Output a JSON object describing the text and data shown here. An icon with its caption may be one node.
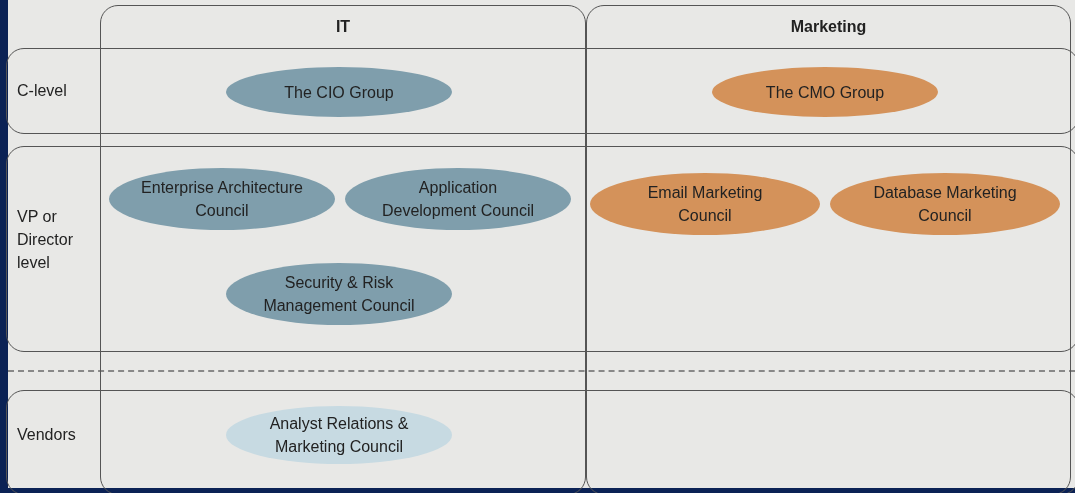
{
  "diagram": {
    "nodes": [
      {
        "text": [
          "IT"
        ]
      },
      {
        "text": [
          "Marketing"
        ]
      },
      {
        "text": [
          "C-level"
        ]
      },
      {
        "text": [
          "The CIO Group"
        ]
      },
      {
        "text": [
          "The CMO Group"
        ]
      },
      {
        "text": [
          "VP or Director level"
        ]
      },
      {
        "text": [
          "Enterprise Architecture Council"
        ]
      },
      {
        "text": [
          "Application Development Council"
        ]
      },
      {
        "text": [
          "Email Marketing Council"
        ]
      },
      {
        "text": [
          "Database Marketing Council"
        ]
      },
      {
        "text": [
          "Security & Risk Management Council"
        ]
      },
      {
        "text": [
          "Vendors"
        ]
      },
      {
        "text": [
          "Analyst Relations & Marketing Council"
        ]
      }
    ],
    "edges": []
  }
}
